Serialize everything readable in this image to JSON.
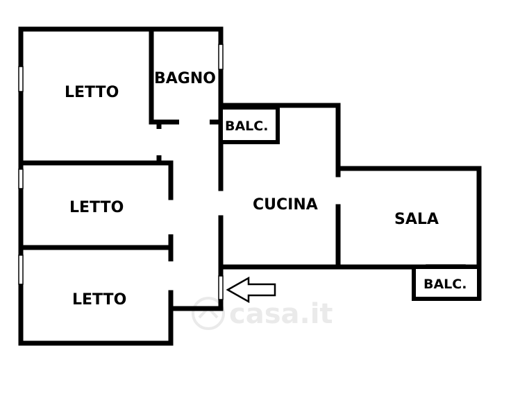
{
  "rooms": {
    "letto_top": "LETTO",
    "bagno": "BAGNO",
    "letto_mid": "LETTO",
    "letto_bottom": "LETTO",
    "cucina": "CUCINA",
    "sala": "SALA"
  },
  "balconies": {
    "balc_upper": "BALC.",
    "balc_lower": "BALC."
  },
  "watermark": {
    "text": "casa.it"
  },
  "colors": {
    "wall": "#000000",
    "background": "#ffffff",
    "watermark": "#d9d9d9"
  },
  "icons": {
    "entrance": "entrance-arrow-icon"
  }
}
